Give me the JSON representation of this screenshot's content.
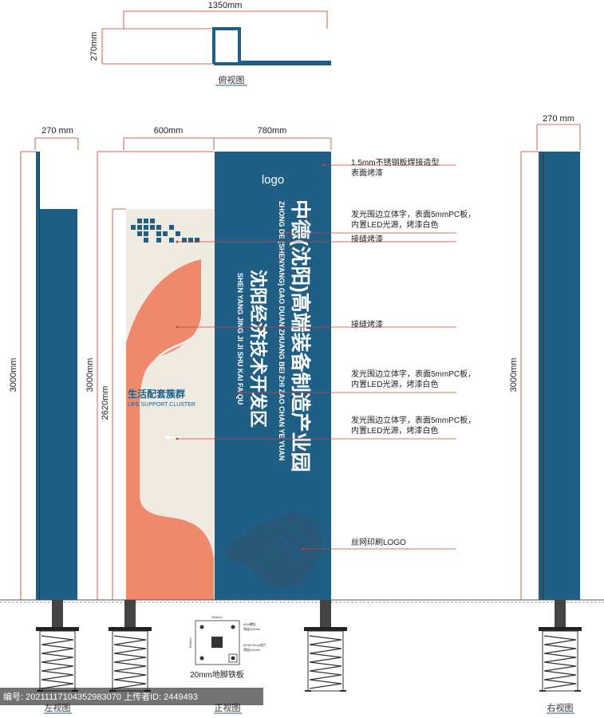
{
  "dimensions": {
    "top_width": "1350mm",
    "top_depth": "270mm",
    "left_depth": "270 mm",
    "front_left_width": "600mm",
    "front_right_width": "780mm",
    "right_depth": "270 mm",
    "left_height": "3000mm",
    "front_height_outer": "3000mm",
    "front_height_inner": "2620mm",
    "right_height": "3000mm"
  },
  "views": {
    "top": "俯视图",
    "left": "左视图",
    "front": "正视图",
    "right": "右视图",
    "base": "20mm地脚铁板"
  },
  "sign": {
    "logo": "logo",
    "main_title": "中德(沈阳)高端装备制造产业园",
    "main_pinyin": "ZHONG DE (SHENYANG) GAO DUAN ZHUANG BEI ZHI ZAO CHAN YE YUAN",
    "sub_title": "沈阳经济技术开发区",
    "sub_pinyin": "SHEN YANG JING JI JI SHU KAI FA QU",
    "cluster_cn": "生活配套簇群",
    "cluster_en": "LIFE SUPPORT CLUSTER",
    "arrow": "←"
  },
  "annotations": [
    {
      "line1": "1.5mm不锈钢板焊接造型",
      "line2": "表面烤漆"
    },
    {
      "line1": "发光围边立体字，表面5mmPC板，",
      "line2": "内置LED光源，烤漆白色"
    },
    {
      "line1": "接缝烤漆",
      "line2": ""
    },
    {
      "line1": "接缝烤漆",
      "line2": ""
    },
    {
      "line1": "发光围边立体字，表面5mmPC板，",
      "line2": "内置LED光源，烤漆白色"
    },
    {
      "line1": "发光围边立体字，表面5mmPC板，",
      "line2": "内置LED光源，烤漆白色"
    },
    {
      "line1": "丝网印刷LOGO",
      "line2": ""
    }
  ],
  "base_plate": {
    "top_note": "300mm",
    "bolt_note1": "M16螺栓",
    "bolt_note2": "预留≥20mm",
    "side_note": "300mm",
    "hole_note1": "60*60*5mm垫片",
    "hole_note2": "预留≥16mm"
  },
  "footer": "编号: 20211117104352983070 上传者ID: 2449493",
  "colors": {
    "navy": "#1f5f86",
    "cream": "#efebe1",
    "salmon": "#ee8a6b",
    "dim_red": "#c0392b",
    "leader_red": "#d0413a",
    "pixel_blue": "#1f5f86"
  }
}
